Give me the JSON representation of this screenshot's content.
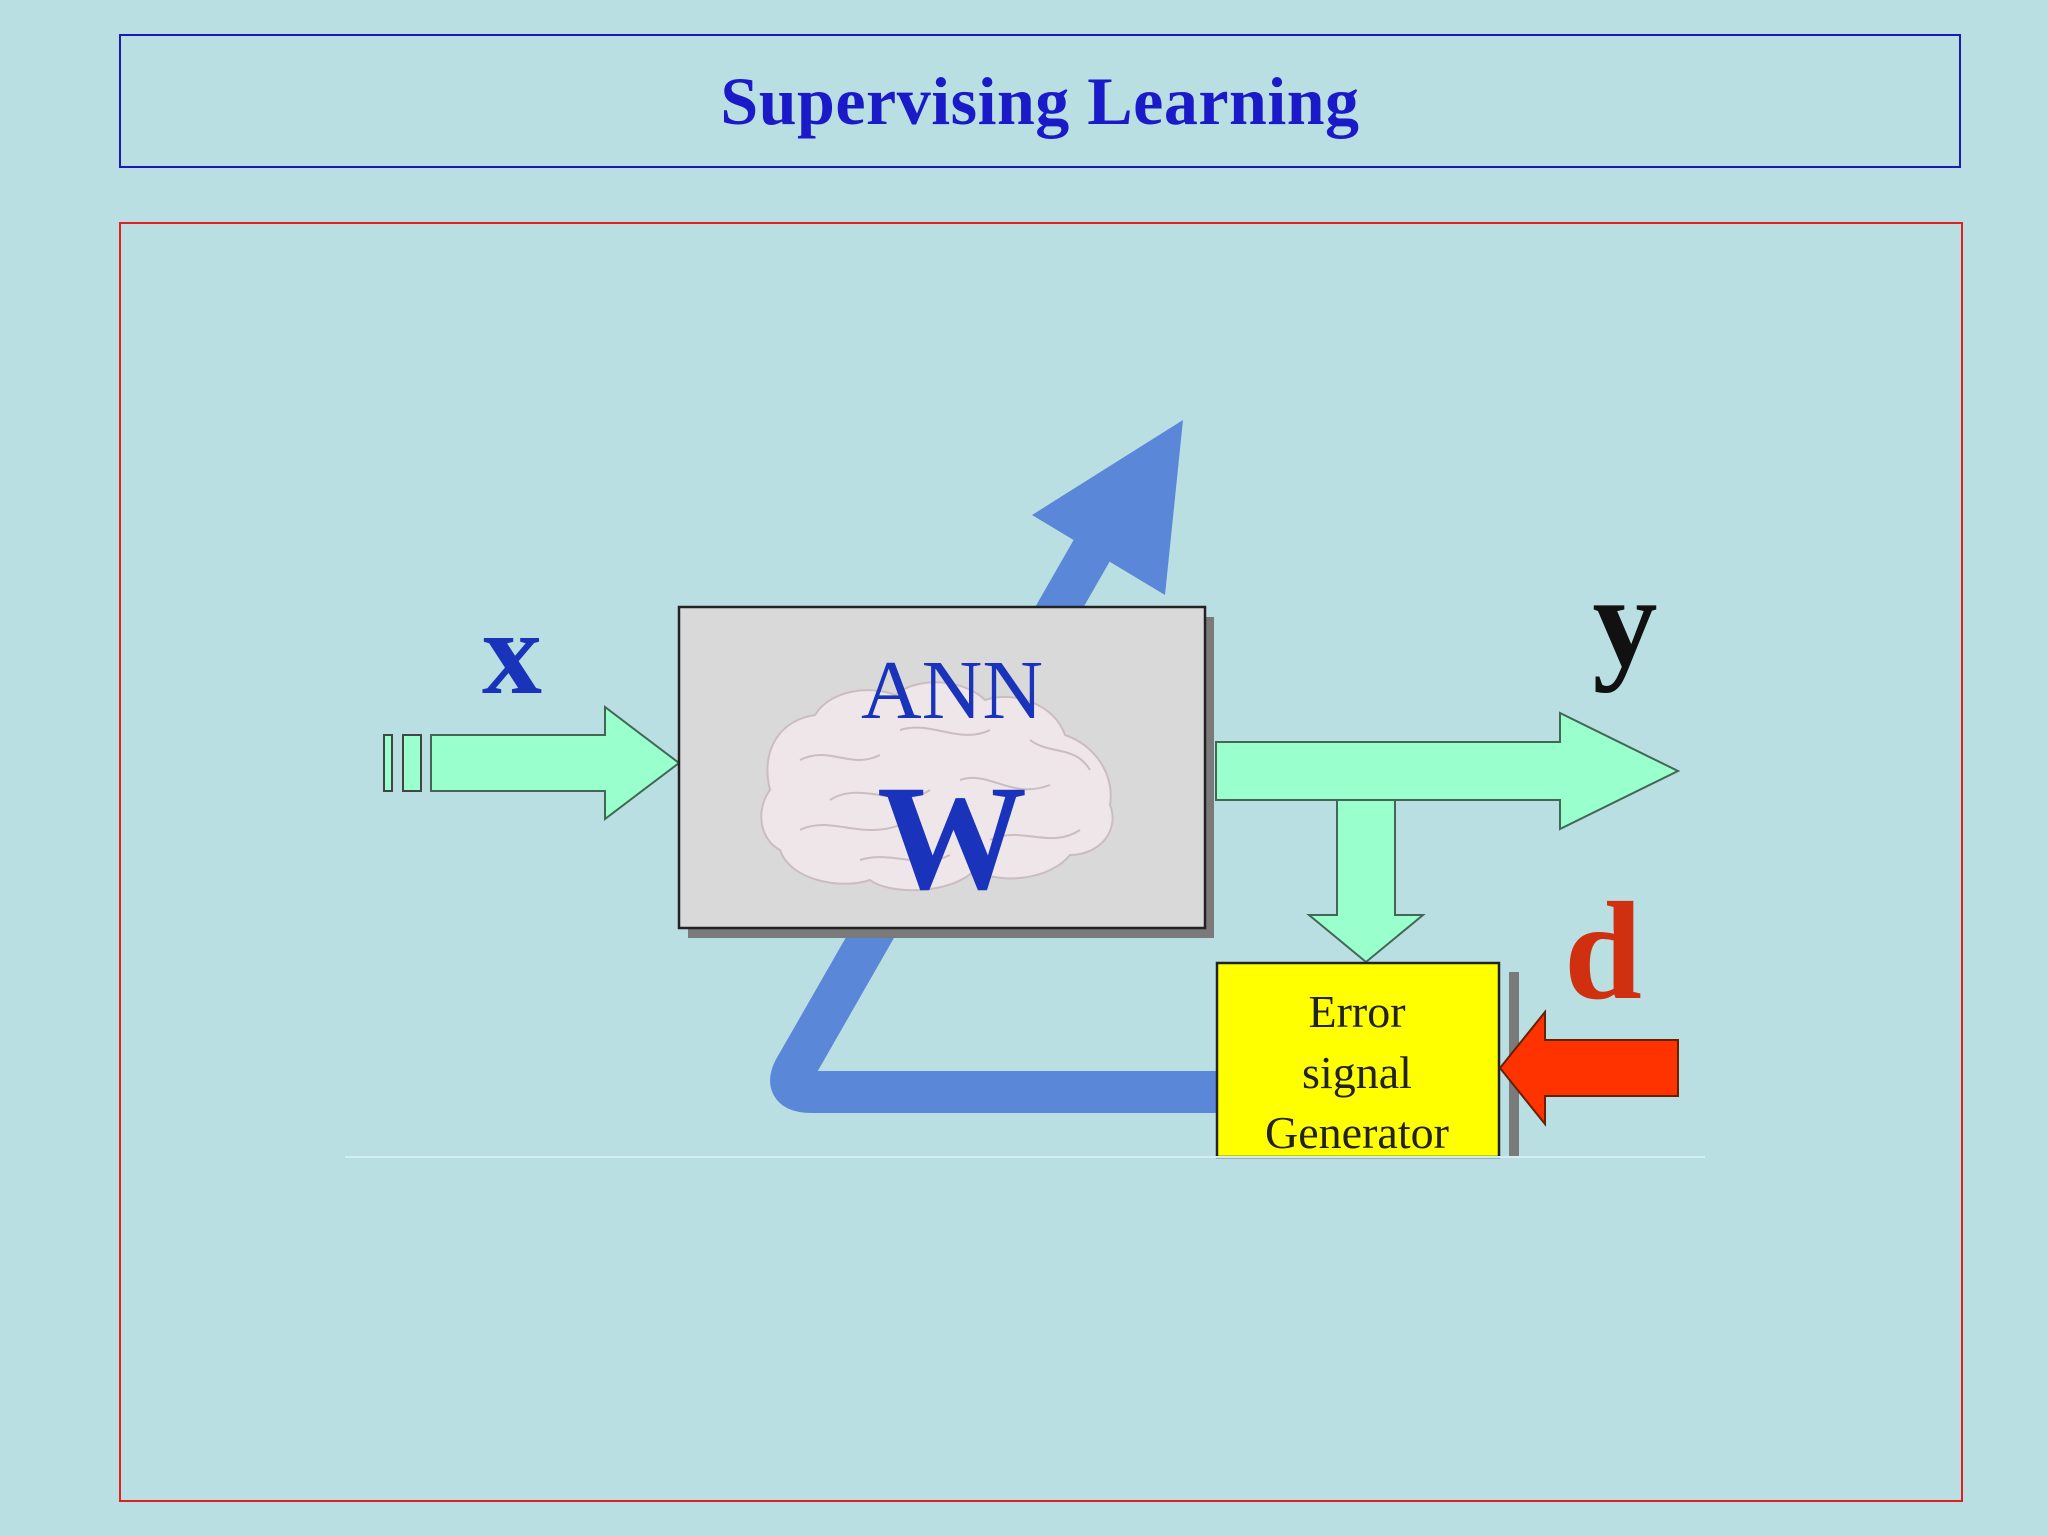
{
  "slide": {
    "title": "Supervising Learning"
  },
  "diagram": {
    "input_label": "x",
    "output_label": "y",
    "desired_label": "d",
    "network_name": "ANN",
    "weights_label": "W",
    "error_block": {
      "line1": "Error",
      "line2": "signal",
      "line3": "Generator"
    }
  },
  "colors": {
    "background": "#b9dfe3",
    "title_text": "#1a1ac8",
    "title_border": "#1a1ab8",
    "content_border": "#e02020",
    "signal_arrow": "#99ffcc",
    "feedback_arrow": "#5b87d8",
    "error_block": "#ffff00",
    "desired_arrow": "#ff3300",
    "ann_box": "#d9d9d9"
  }
}
